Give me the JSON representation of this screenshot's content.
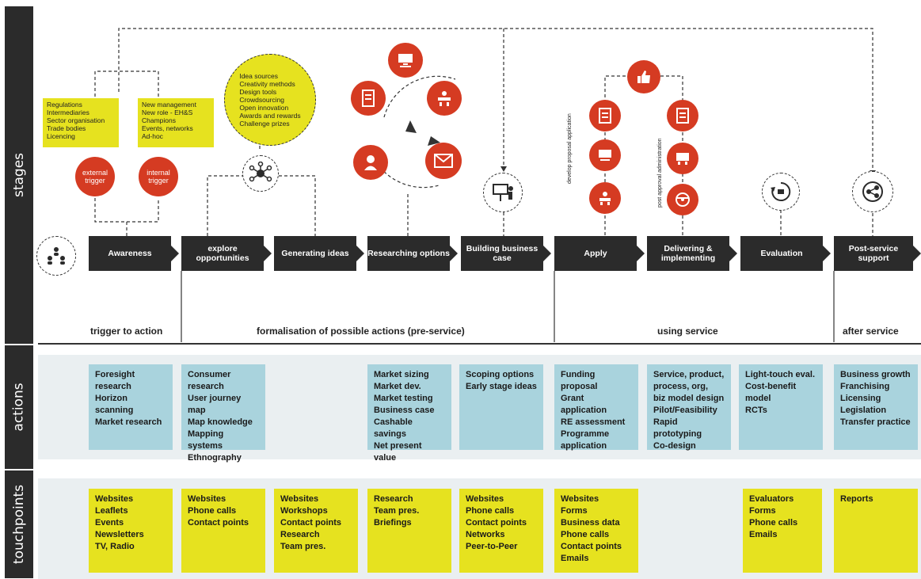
{
  "side_labels": {
    "stages": "stages",
    "actions": "actions",
    "touchpoints": "touchpoints"
  },
  "triggers": {
    "external": {
      "label": "external trigger",
      "items": [
        "Regulations",
        "Intermediaries",
        "Sector organisation",
        "Trade bodies",
        "Licencing"
      ]
    },
    "internal": {
      "label": "internal trigger",
      "items": [
        "New management",
        "New role - EH&S",
        "Champions",
        "Events, networks",
        "Ad-hoc"
      ]
    }
  },
  "idea_sources": [
    "Idea sources",
    "Creativity methods",
    "Design tools",
    "Crowdsourcing",
    "Open innovation",
    "Awards and rewards",
    "Challenge prizes"
  ],
  "apply_labels": {
    "develop": "develop proposal application",
    "post": "post approval administration"
  },
  "stages": [
    "Awareness",
    "explore opportunities",
    "Generating ideas",
    "Researching options",
    "Building business case",
    "Apply",
    "Delivering & implementing",
    "Evaluation",
    "Post-service support"
  ],
  "phases": [
    "trigger to action",
    "formalisation of possible actions (pre-service)",
    "using service",
    "after service"
  ],
  "actions": [
    "Foresight research\nHorizon scanning\nMarket research",
    "Consumer research\nUser journey  map\nMap knowledge\nMapping systems\nEthnography",
    "",
    "Market sizing\nMarket dev.\nMarket testing\nBusiness case\nCashable savings\nNet present value",
    "Scoping options\nEarly stage ideas",
    "Funding proposal\nGrant application\nRE assessment\nProgramme\napplication",
    "Service, product,\nprocess, org,\nbiz model design\nPilot/Feasibility\nRapid prototyping\nCo-design",
    "Light-touch eval.\nCost-benefit model\nRCTs",
    "Business growth\nFranchising\nLicensing\nLegislation\nTransfer practice"
  ],
  "touchpoints": [
    "Websites\nLeaflets\nEvents\nNewsletters\nTV, Radio",
    "Websites\nPhone calls\nContact points",
    "Websites\nWorkshops\nContact points\nResearch\nTeam pres.",
    "Research\nTeam pres.\nBriefings",
    "Websites\nPhone calls\nContact points\nNetworks\nPeer-to-Peer",
    "Websites\nForms\nBusiness data\nPhone calls\nContact points\nEmails",
    "",
    "Evaluators\nForms\nPhone calls\nEmails",
    "Reports"
  ],
  "colors": {
    "red": "#d53b22",
    "yellow": "#e6e21f",
    "blue": "#a9d3dd",
    "dark": "#2b2b2b"
  },
  "icons": [
    "people-network-icon",
    "hub-icon",
    "computer-icon",
    "document-icon",
    "meeting-icon",
    "person-icon",
    "envelope-icon",
    "presentation-icon",
    "thumbs-up-icon",
    "steering-icon",
    "cycle-icon",
    "share-icon"
  ]
}
